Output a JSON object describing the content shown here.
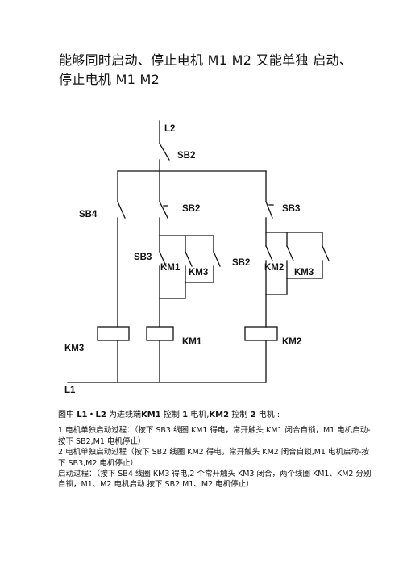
{
  "title": "能够同时启动、停止电机 M1 M2 又能单独 启动、停止电机 M1 M2",
  "labels": {
    "L2": "L2",
    "L1": "L1",
    "SB2_top": "SB2",
    "SB2_mid": "SB2",
    "SB2_right": "SB2",
    "SB3_top": "SB3",
    "SB3_left": "SB3",
    "SB4": "SB4",
    "KM1_contact": "KM1",
    "KM3_left_contact": "KM3",
    "KM2_contact": "KM2",
    "KM3_right_contact": "KM3",
    "KM3_coil": "KM3",
    "KM1_coil": "KM1",
    "KM2_coil": "KM2"
  },
  "caption": {
    "c1": "图中 ",
    "c2": "L1・L2",
    "c3": " 为进线端",
    "c4": "KM1",
    "c5": " 控制 ",
    "c6": "1",
    "c7": " 电机,",
    "c8": "KM2",
    "c9": " 控制 ",
    "c10": "2",
    "c11": " 电机 :"
  },
  "notes": [
    "1 电机单独启动过程：（按下 SB3 线圈 KM1 得电，常开触头 KM1 闭合自锁，M1 电机启动-按下 SB2,M1 电机停止）",
    "2 电机单独启动过程（按下 SB2 线圈 KM2 得电，常开触头 KM2 闭合自锁,M1 电机启动-按下 SB3,M2 电机停止）",
    "启动过程：（按下 SB4 线圈 KM3 得电,2 个常开触头 KM3 闭合，两个线圈 KM1、KM2 分别自锁，M1、M2 电机启动.按下 SB2,M1、M2 电机停止）"
  ]
}
